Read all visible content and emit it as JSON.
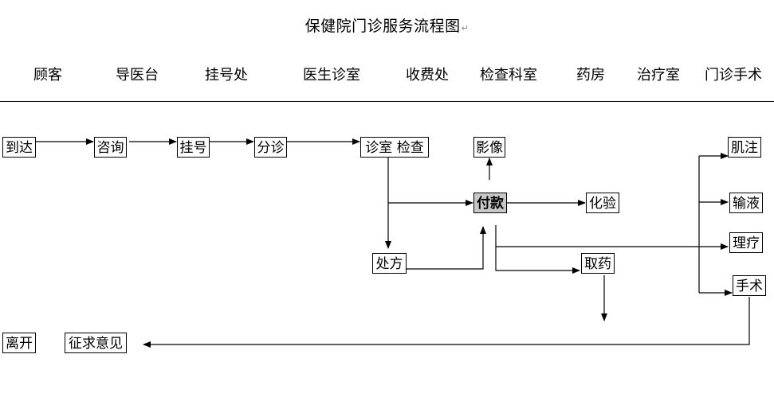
{
  "title": "保健院门诊服务流程图",
  "paragraph_mark": "↵",
  "columns": [
    "顾客",
    "导医台",
    "挂号处",
    "医生诊室",
    "收费处",
    "检查科室",
    "药房",
    "治疗室",
    "门诊手术"
  ],
  "nodes": {
    "arrive": "到达",
    "consult": "咨询",
    "register": "挂号",
    "triage": "分诊",
    "exam_room": "诊室  检查",
    "imaging": "影像",
    "payment": "付款",
    "lab_test": "化验",
    "prescription": "处方",
    "get_medicine": "取药",
    "injection": "肌注",
    "infusion": "输液",
    "physiotherapy": "理疗",
    "surgery": "手术",
    "leave": "离开",
    "feedback": "征求意见"
  },
  "edges": [
    [
      "arrive",
      "consult"
    ],
    [
      "consult",
      "register"
    ],
    [
      "register",
      "triage"
    ],
    [
      "triage",
      "exam_room"
    ],
    [
      "exam_room",
      "payment"
    ],
    [
      "exam_room",
      "prescription"
    ],
    [
      "prescription",
      "payment"
    ],
    [
      "payment",
      "imaging"
    ],
    [
      "payment",
      "lab_test"
    ],
    [
      "payment",
      "get_medicine"
    ],
    [
      "payment",
      "injection"
    ],
    [
      "payment",
      "infusion"
    ],
    [
      "payment",
      "physiotherapy"
    ],
    [
      "payment",
      "surgery"
    ],
    [
      "surgery",
      "feedback"
    ]
  ]
}
